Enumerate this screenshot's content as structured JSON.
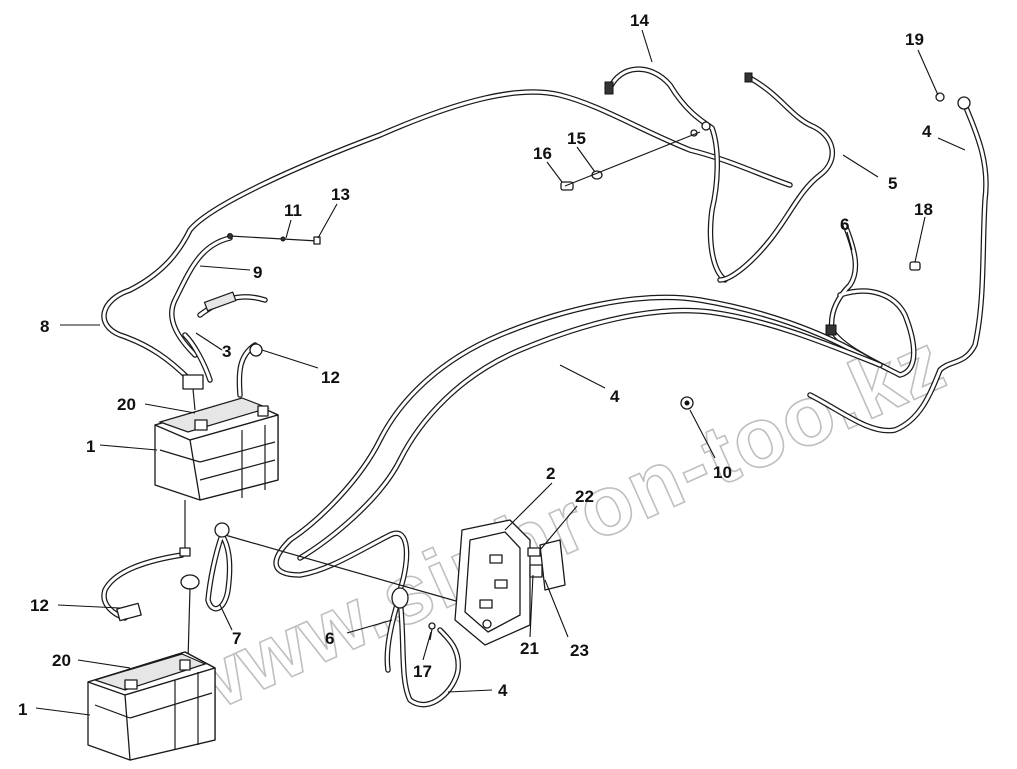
{
  "watermark": "www.sinhron-too.kz",
  "callouts": [
    {
      "id": "c14",
      "text": "14"
    },
    {
      "id": "c19",
      "text": "19"
    },
    {
      "id": "c4a",
      "text": "4"
    },
    {
      "id": "c15",
      "text": "15"
    },
    {
      "id": "c16",
      "text": "16"
    },
    {
      "id": "c5",
      "text": "5"
    },
    {
      "id": "c13",
      "text": "13"
    },
    {
      "id": "c11",
      "text": "11"
    },
    {
      "id": "c6a",
      "text": "6"
    },
    {
      "id": "c18",
      "text": "18"
    },
    {
      "id": "c9",
      "text": "9"
    },
    {
      "id": "c8",
      "text": "8"
    },
    {
      "id": "c3",
      "text": "3"
    },
    {
      "id": "c12a",
      "text": "12"
    },
    {
      "id": "c4b",
      "text": "4"
    },
    {
      "id": "c20a",
      "text": "20"
    },
    {
      "id": "c1a",
      "text": "1"
    },
    {
      "id": "c10",
      "text": "10"
    },
    {
      "id": "c2",
      "text": "2"
    },
    {
      "id": "c22",
      "text": "22"
    },
    {
      "id": "c12b",
      "text": "12"
    },
    {
      "id": "c7",
      "text": "7"
    },
    {
      "id": "c6b",
      "text": "6"
    },
    {
      "id": "c21",
      "text": "21"
    },
    {
      "id": "c23",
      "text": "23"
    },
    {
      "id": "c20b",
      "text": "20"
    },
    {
      "id": "c17",
      "text": "17"
    },
    {
      "id": "c4c",
      "text": "4"
    },
    {
      "id": "c1b",
      "text": "1"
    }
  ]
}
